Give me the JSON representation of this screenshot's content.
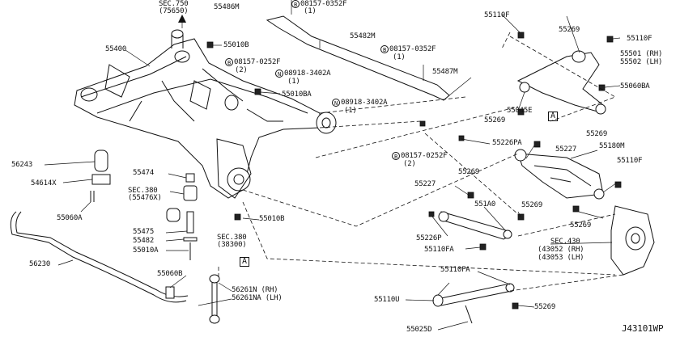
{
  "diagram_id": "J43101WP",
  "labels": {
    "sec750": "SEC.750",
    "sec750_ref": "(75650)",
    "p55486M": "55486M",
    "b08157_0352F_a": "08157-0352F",
    "q1a": "(1)",
    "p55110F_a": "55110F",
    "p55269_a": "55269",
    "p55110F_b": "55110F",
    "p55400": "55400",
    "p55010B_a": "55010B",
    "p55482M": "55482M",
    "b08157_0352F_b": "08157-0352F",
    "q1b": "(1)",
    "p55501": "55501 (RH)",
    "p55502": "55502 (LH)",
    "b08157_0252F_a": "08157-0252F",
    "q2a": "(2)",
    "n08918_3402A_a": "08918-3402A",
    "q1c": "(1)",
    "p55487M": "55487M",
    "p55060BA": "55060BA",
    "p55010BA": "55010BA",
    "n08918_3402A_b": "08918-3402A",
    "q1d": "(1)",
    "p55045E": "55045E",
    "p55269_b": "55269",
    "boxA_a": "A",
    "p55269_c": "55269",
    "p55226PA": "55226PA",
    "p55227_a": "55227",
    "p55180M": "55180M",
    "p56243": "56243",
    "b08157_0252F_b": "08157-0252F",
    "q2b": "(2)",
    "p55110F_c": "55110F",
    "p55474": "55474",
    "p55269_d": "55269",
    "p54614X": "54614X",
    "sec380_a": "SEC.380",
    "sec380_a_ref": "(55476X)",
    "p55227_b": "55227",
    "p55060A": "55060A",
    "p551A0": "551A0",
    "p55269_e": "55269",
    "p55010B_b": "55010B",
    "p55269_f": "55269",
    "p55475": "55475",
    "sec380_b": "SEC.380",
    "sec380_b_ref": "(38300)",
    "p55226P": "55226P",
    "sec430": "SEC.430",
    "sec430_rh": "(43052 (RH)",
    "sec430_lh": "(43053 (LH)",
    "p55482": "55482",
    "p55010A": "55010A",
    "p55110FA_a": "55110FA",
    "p56230": "56230",
    "boxA_b": "A",
    "p55110FA_b": "55110FA",
    "p55060B": "55060B",
    "p56261N": "56261N (RH)",
    "p56261NA": "56261NA (LH)",
    "p55110U": "55110U",
    "p55269_g": "55269",
    "p55025D": "55025D",
    "circle_B": "B",
    "circle_N": "N"
  }
}
